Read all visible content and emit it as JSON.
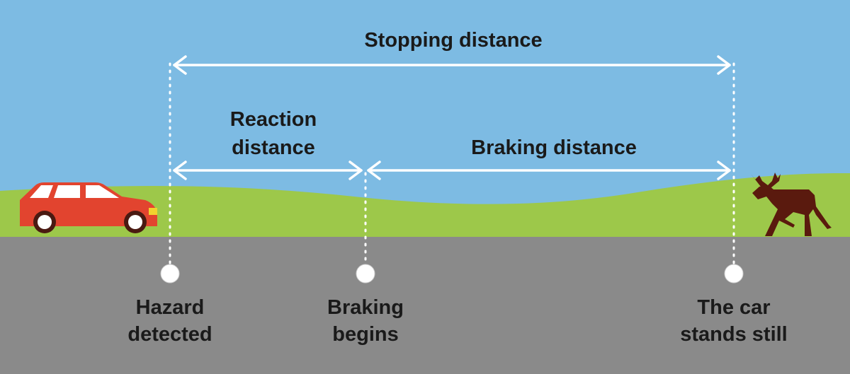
{
  "labels": {
    "stopping": "Stopping distance",
    "reaction_line1": "Reaction",
    "reaction_line2": "distance",
    "braking": "Braking distance"
  },
  "markers": [
    {
      "line1": "Hazard",
      "line2": "detected"
    },
    {
      "line1": "Braking",
      "line2": "begins"
    },
    {
      "line1": "The car",
      "line2": "stands still"
    }
  ],
  "colors": {
    "sky": "#7dbbe3",
    "grass": "#9dc84a",
    "road": "#8a8a8a",
    "car": "#e2442f",
    "moose": "#5a1a0e",
    "arrows": "#ffffff"
  }
}
